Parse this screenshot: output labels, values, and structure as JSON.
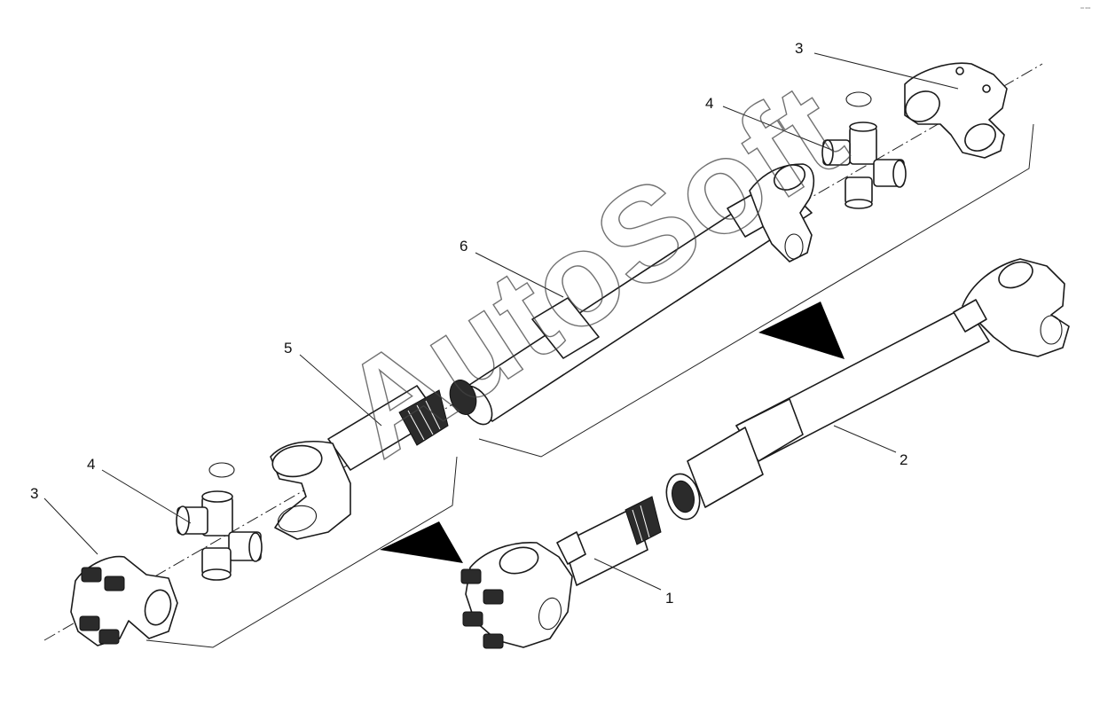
{
  "watermark": "AutoSoft",
  "callouts": [
    {
      "id": "c1",
      "label": "1"
    },
    {
      "id": "c2",
      "label": "2"
    },
    {
      "id": "c3a",
      "label": "3"
    },
    {
      "id": "c3b",
      "label": "3"
    },
    {
      "id": "c4a",
      "label": "4"
    },
    {
      "id": "c4b",
      "label": "4"
    },
    {
      "id": "c5",
      "label": "5"
    },
    {
      "id": "c6",
      "label": "6"
    }
  ],
  "corner_mark": "°° °°°"
}
